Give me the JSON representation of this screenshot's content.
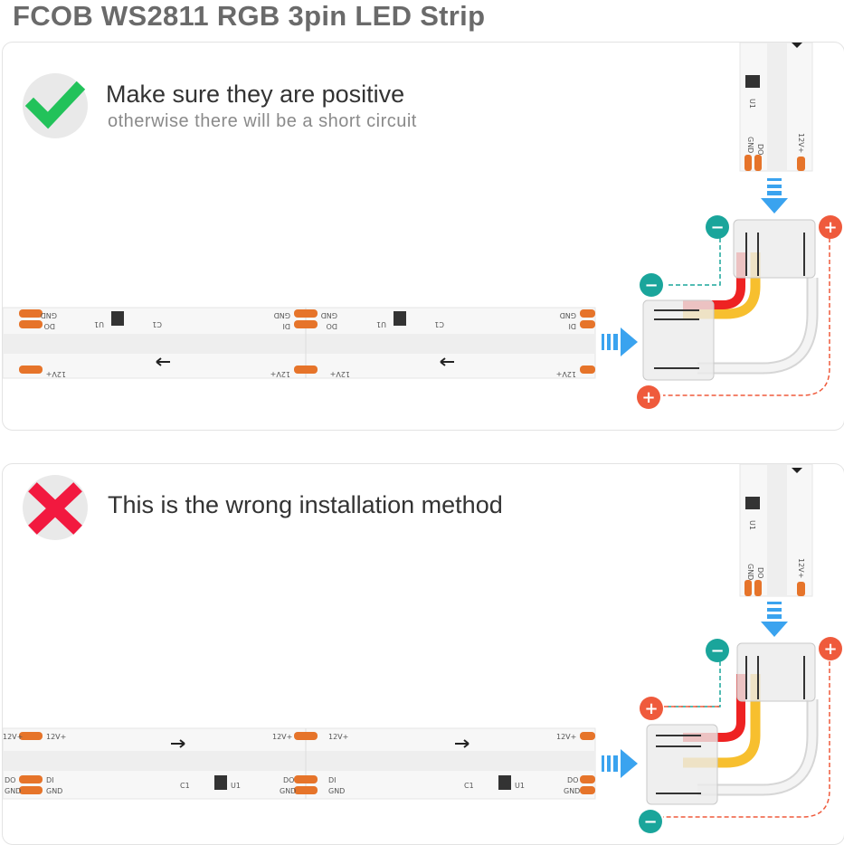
{
  "title": "FCOB WS2811 RGB 3pin LED Strip",
  "correct": {
    "heading": "Make sure they are positive",
    "subheading": "otherwise there will be a short circuit",
    "status_icon": "check-icon"
  },
  "wrong": {
    "heading": "This is the wrong installation method",
    "status_icon": "cross-icon"
  },
  "strip_labels": {
    "gnd": "GND",
    "do": "DO",
    "di": "DI",
    "v12": "12V+",
    "u1": "U1",
    "c1": "C1"
  },
  "polarity": {
    "positive": "+",
    "negative": "−"
  },
  "colors": {
    "check_green": "#22c25a",
    "cross_red": "#f2193f",
    "teal": "#1aa59b",
    "plus_red": "#ef5a3c",
    "pad_orange": "#e6742a",
    "arrow_blue": "#3aa3ef",
    "wire_red": "#ee2222",
    "wire_yellow": "#f7bf2e"
  }
}
